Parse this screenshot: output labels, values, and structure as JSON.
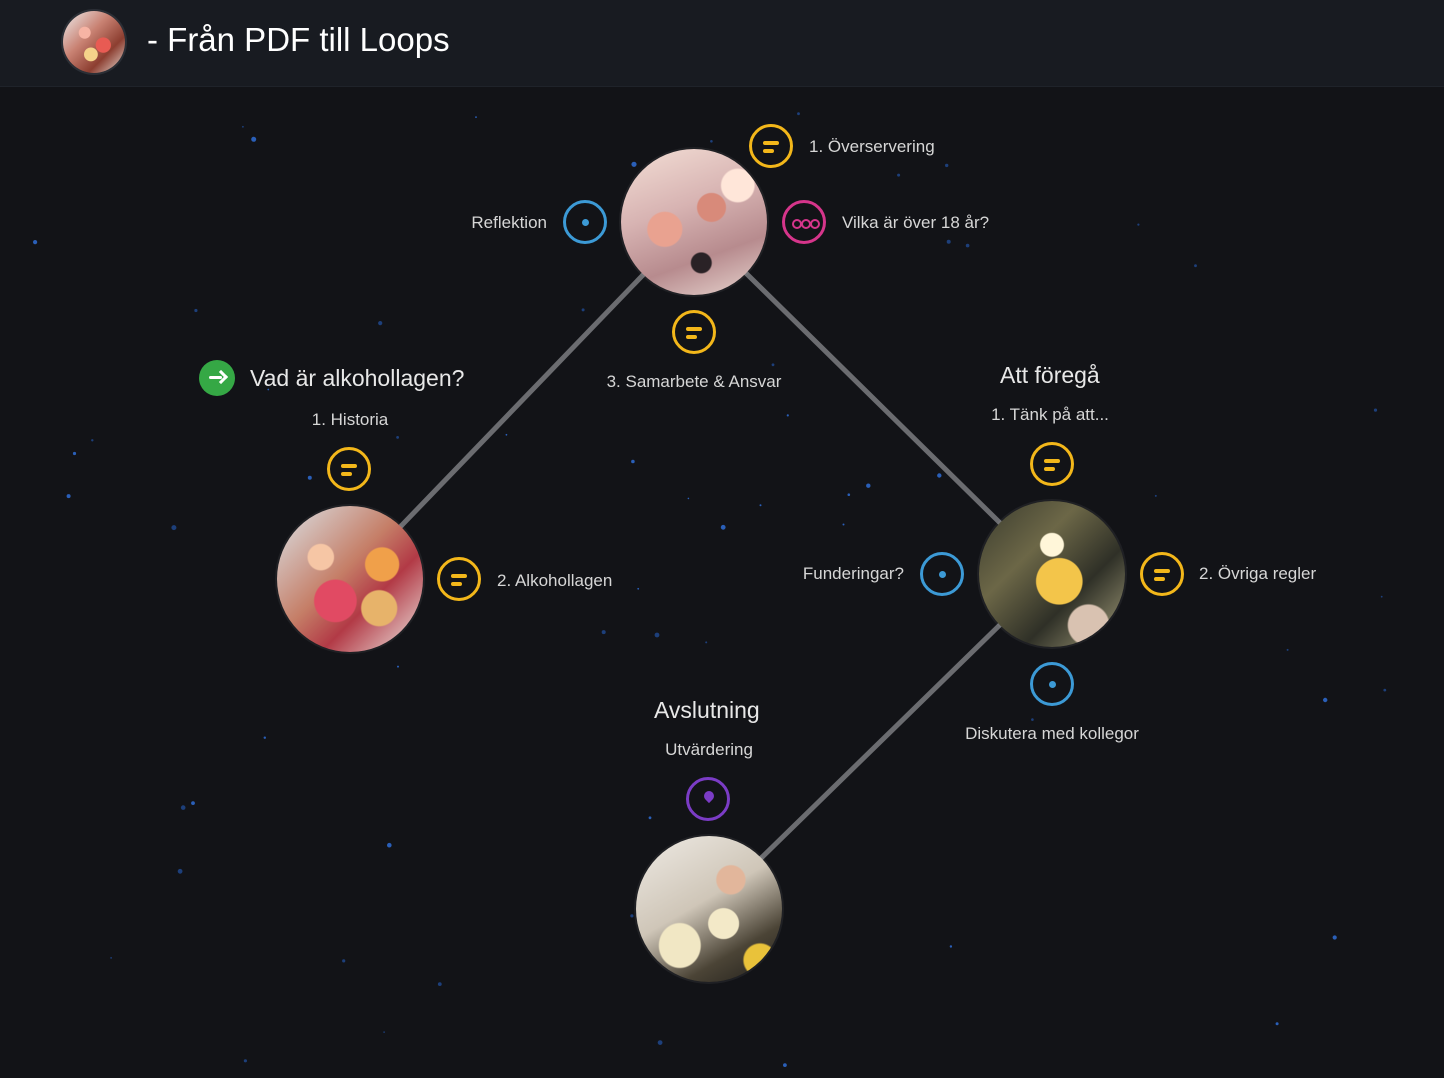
{
  "header": {
    "title": "- Från PDF till Loops",
    "logo_icon": "course-avatar-icon"
  },
  "colors": {
    "background": "#121317",
    "text_item": "#f3b71a",
    "reflection": "#3c9ad6",
    "poll": "#d6358b",
    "location": "#7b3cc6",
    "start": "#35a845",
    "connector": "#6b6c70"
  },
  "map": {
    "start_hub": {
      "heading": "Vad är alkohollagen?",
      "start_icon": "arrow-right-icon",
      "items": [
        {
          "label": "1. Historia",
          "icon": "text-lines-icon"
        },
        {
          "label": "2. Alkohollagen",
          "icon": "text-lines-icon"
        }
      ]
    },
    "middle_hub": {
      "items": [
        {
          "label": "1. Överservering",
          "icon": "text-lines-icon"
        },
        {
          "label": "Reflektion",
          "icon": "reflection-dot-icon"
        },
        {
          "label": "Vilka är över 18 år?",
          "icon": "poll-dots-icon"
        },
        {
          "label": "3. Samarbete & Ansvar",
          "icon": "text-lines-icon"
        }
      ]
    },
    "right_hub": {
      "heading": "Att föregå",
      "items": [
        {
          "label": "1. Tänk på att...",
          "icon": "text-lines-icon"
        },
        {
          "label": "Funderingar?",
          "icon": "reflection-dot-icon"
        },
        {
          "label": "2. Övriga regler",
          "icon": "text-lines-icon"
        },
        {
          "label": "Diskutera med kollegor",
          "icon": "reflection-dot-icon"
        }
      ]
    },
    "end_hub": {
      "heading": "Avslutning",
      "items": [
        {
          "label": "Utvärdering",
          "icon": "location-pin-icon"
        }
      ]
    }
  }
}
